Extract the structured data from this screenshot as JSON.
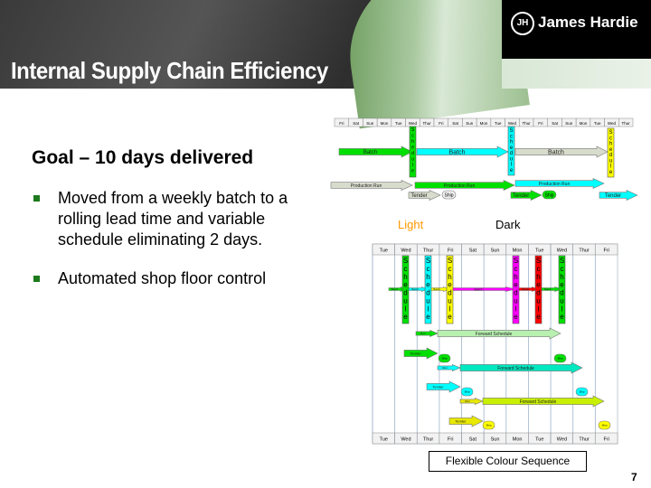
{
  "header": {
    "title": "Internal Supply Chain Efficiency",
    "brand": "James Hardie",
    "logo_mark": "JH"
  },
  "content": {
    "goal": "Goal – 10 days delivered",
    "bullets": [
      "Moved from a weekly batch to a rolling  lead time and variable schedule eliminating 2 days.",
      "Automated shop floor control"
    ]
  },
  "top_diagram": {
    "days": [
      "Fri",
      "Sat",
      "Sun",
      "Mon",
      "Tue",
      "Wed",
      "Thur",
      "Fri",
      "Sat",
      "Sun",
      "Mon",
      "Tue",
      "Wed",
      "Thur",
      "Fri",
      "Sat",
      "Sun",
      "Mon",
      "Tue",
      "Wed",
      "Thur"
    ],
    "schedule": "Schedule",
    "batch": "Batch",
    "production_run": "Production Run",
    "tender": "Tender",
    "ship": "Ship"
  },
  "labels": {
    "light": "Light",
    "dark": "Dark"
  },
  "bottom_diagram": {
    "days": [
      "Tue",
      "Wed",
      "Thur",
      "Fri",
      "Sat",
      "Sun",
      "Mon",
      "Tue",
      "Wed",
      "Thur",
      "Fri"
    ],
    "schedule": "Schedule",
    "batch": "Batch",
    "run": "Run",
    "forward_schedule": "Forward Schedule",
    "tender": "Tender",
    "ship": "Ship"
  },
  "footer": {
    "legend": "Flexible Colour Sequence",
    "page_number": "7"
  },
  "colors": {
    "green": "#00e000",
    "cyan": "#00ffff",
    "yellow": "#ffff00",
    "magenta": "#ff00ff",
    "red": "#ff0000",
    "grey": "#d8dccc",
    "light_label": "#ff9900"
  }
}
